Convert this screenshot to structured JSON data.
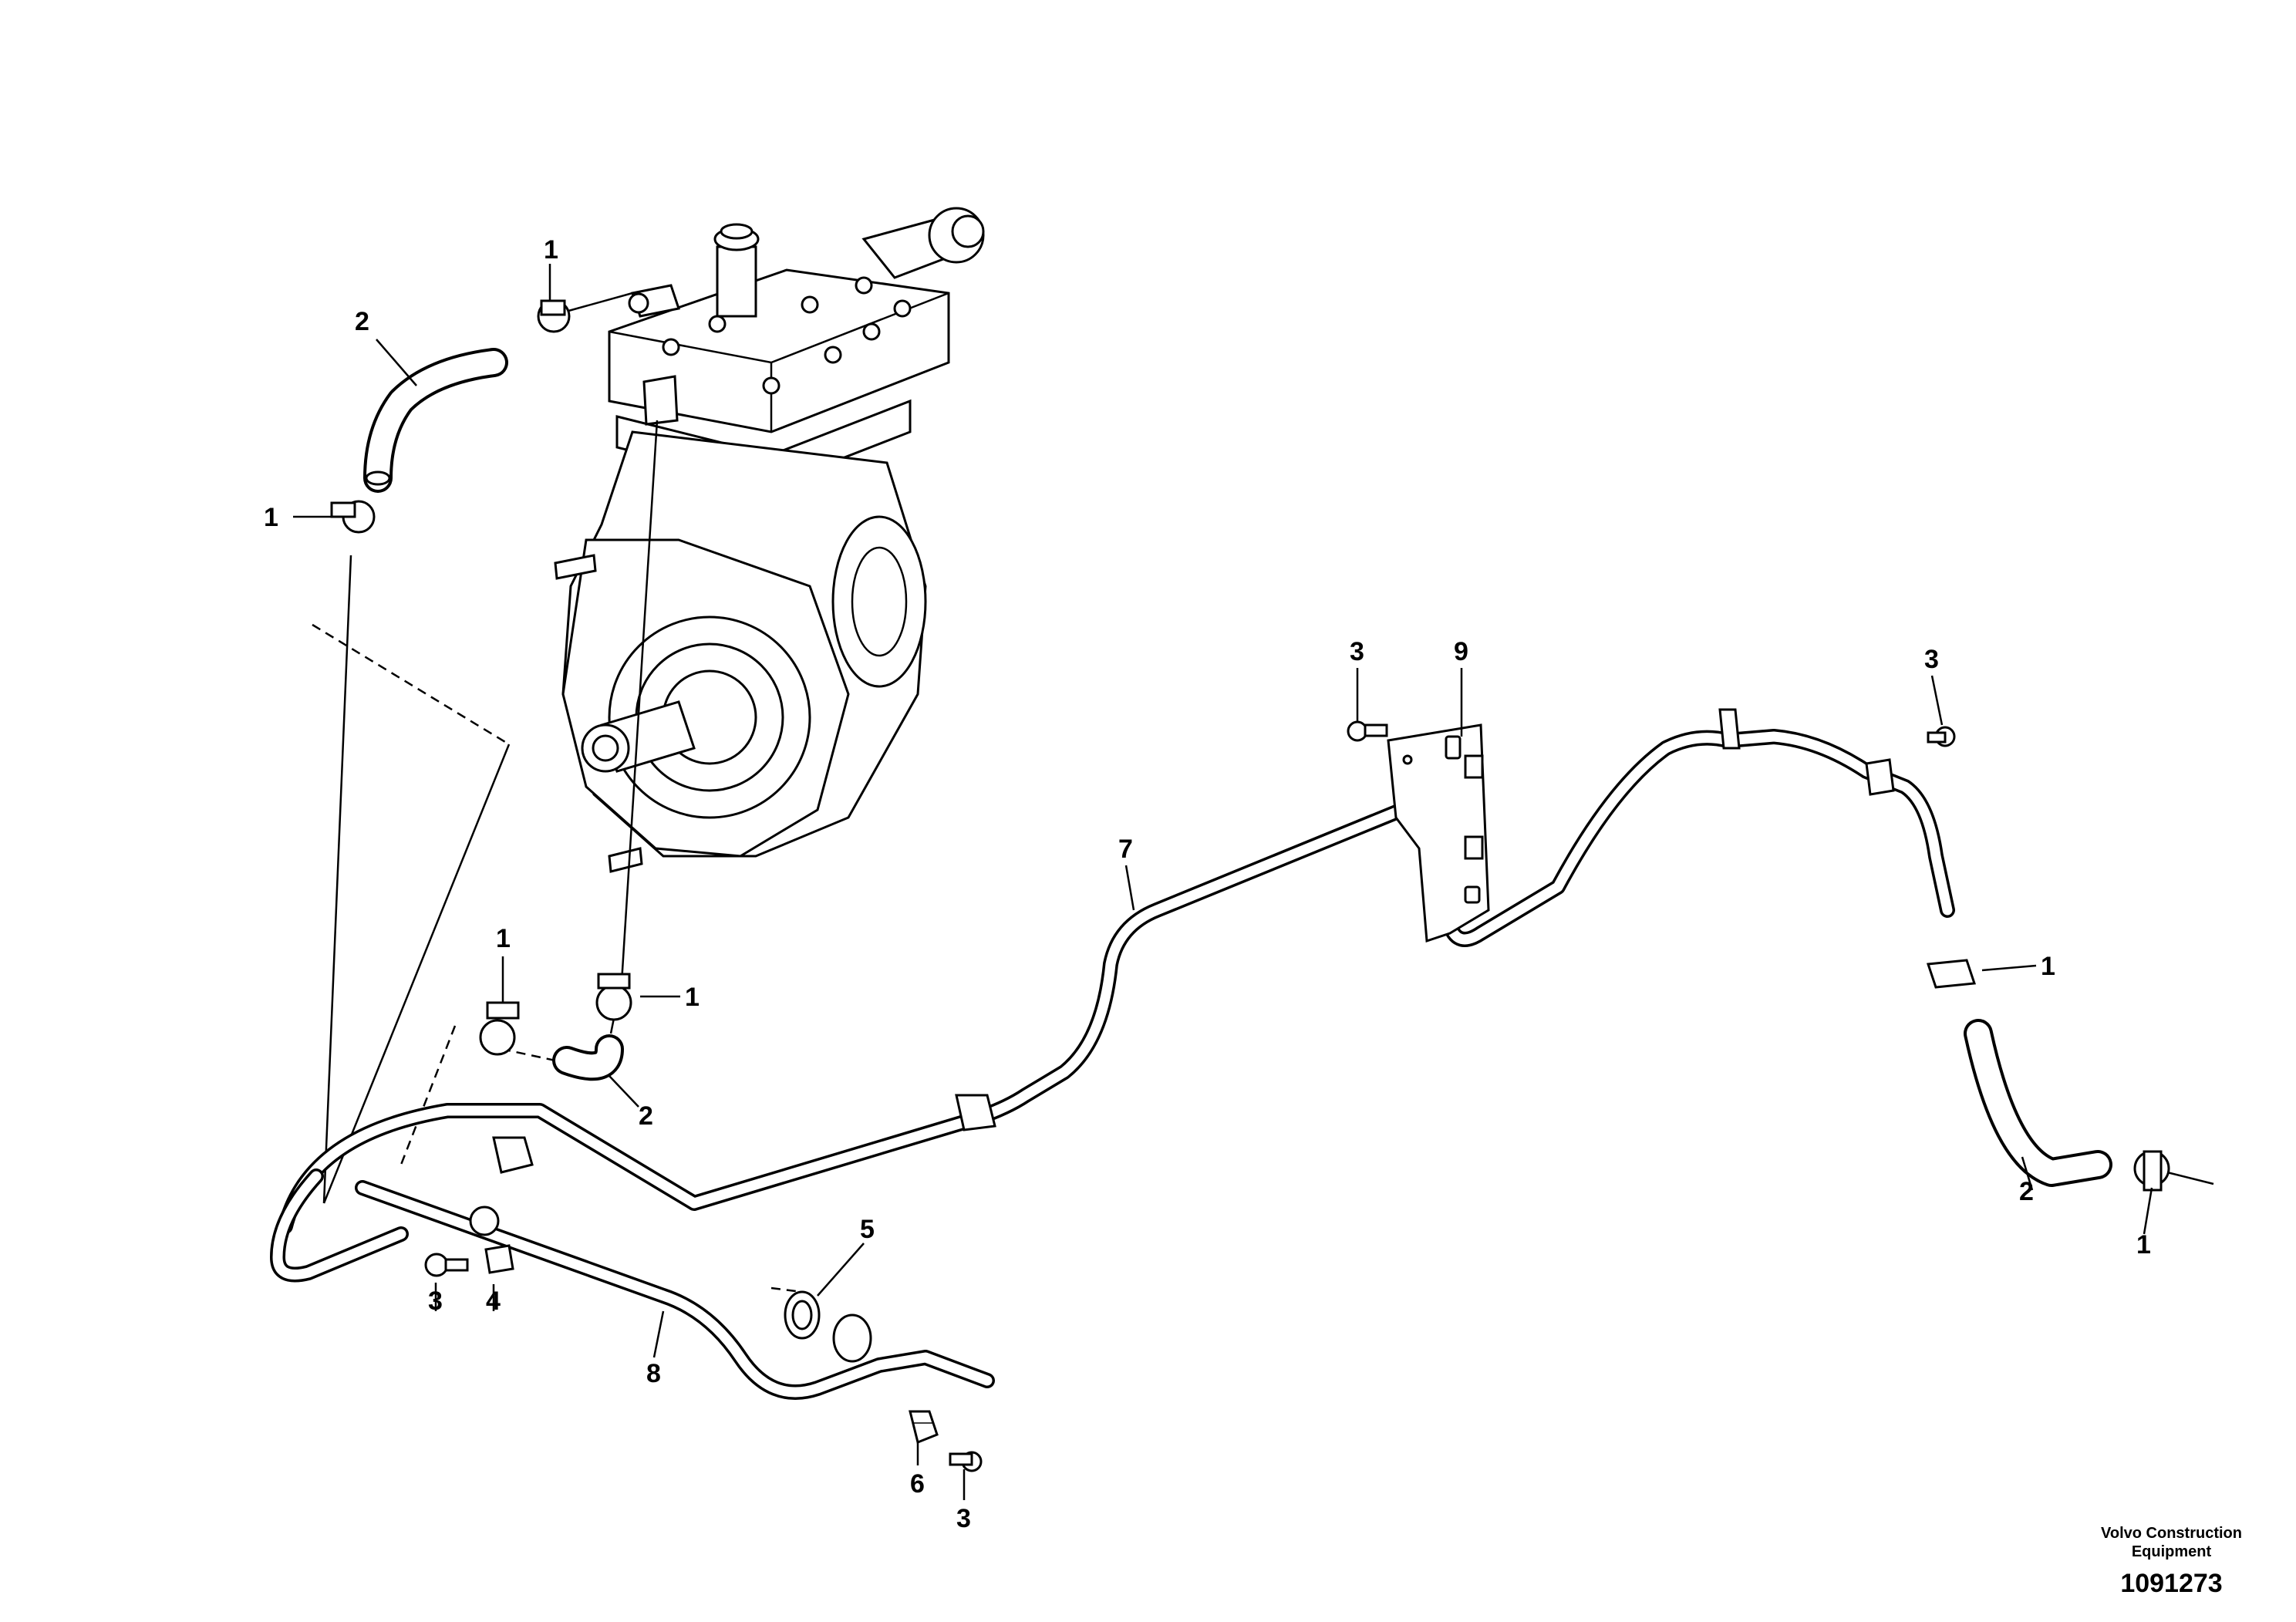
{
  "callouts": {
    "c1": "1",
    "c2": "2",
    "c3": "3",
    "c4": "4",
    "c5": "5",
    "c6": "6",
    "c7": "7",
    "c8": "8",
    "c9": "9"
  },
  "footer": {
    "brand_line1": "Volvo Construction",
    "brand_line2": "Equipment",
    "drawing_number": "1091273"
  }
}
